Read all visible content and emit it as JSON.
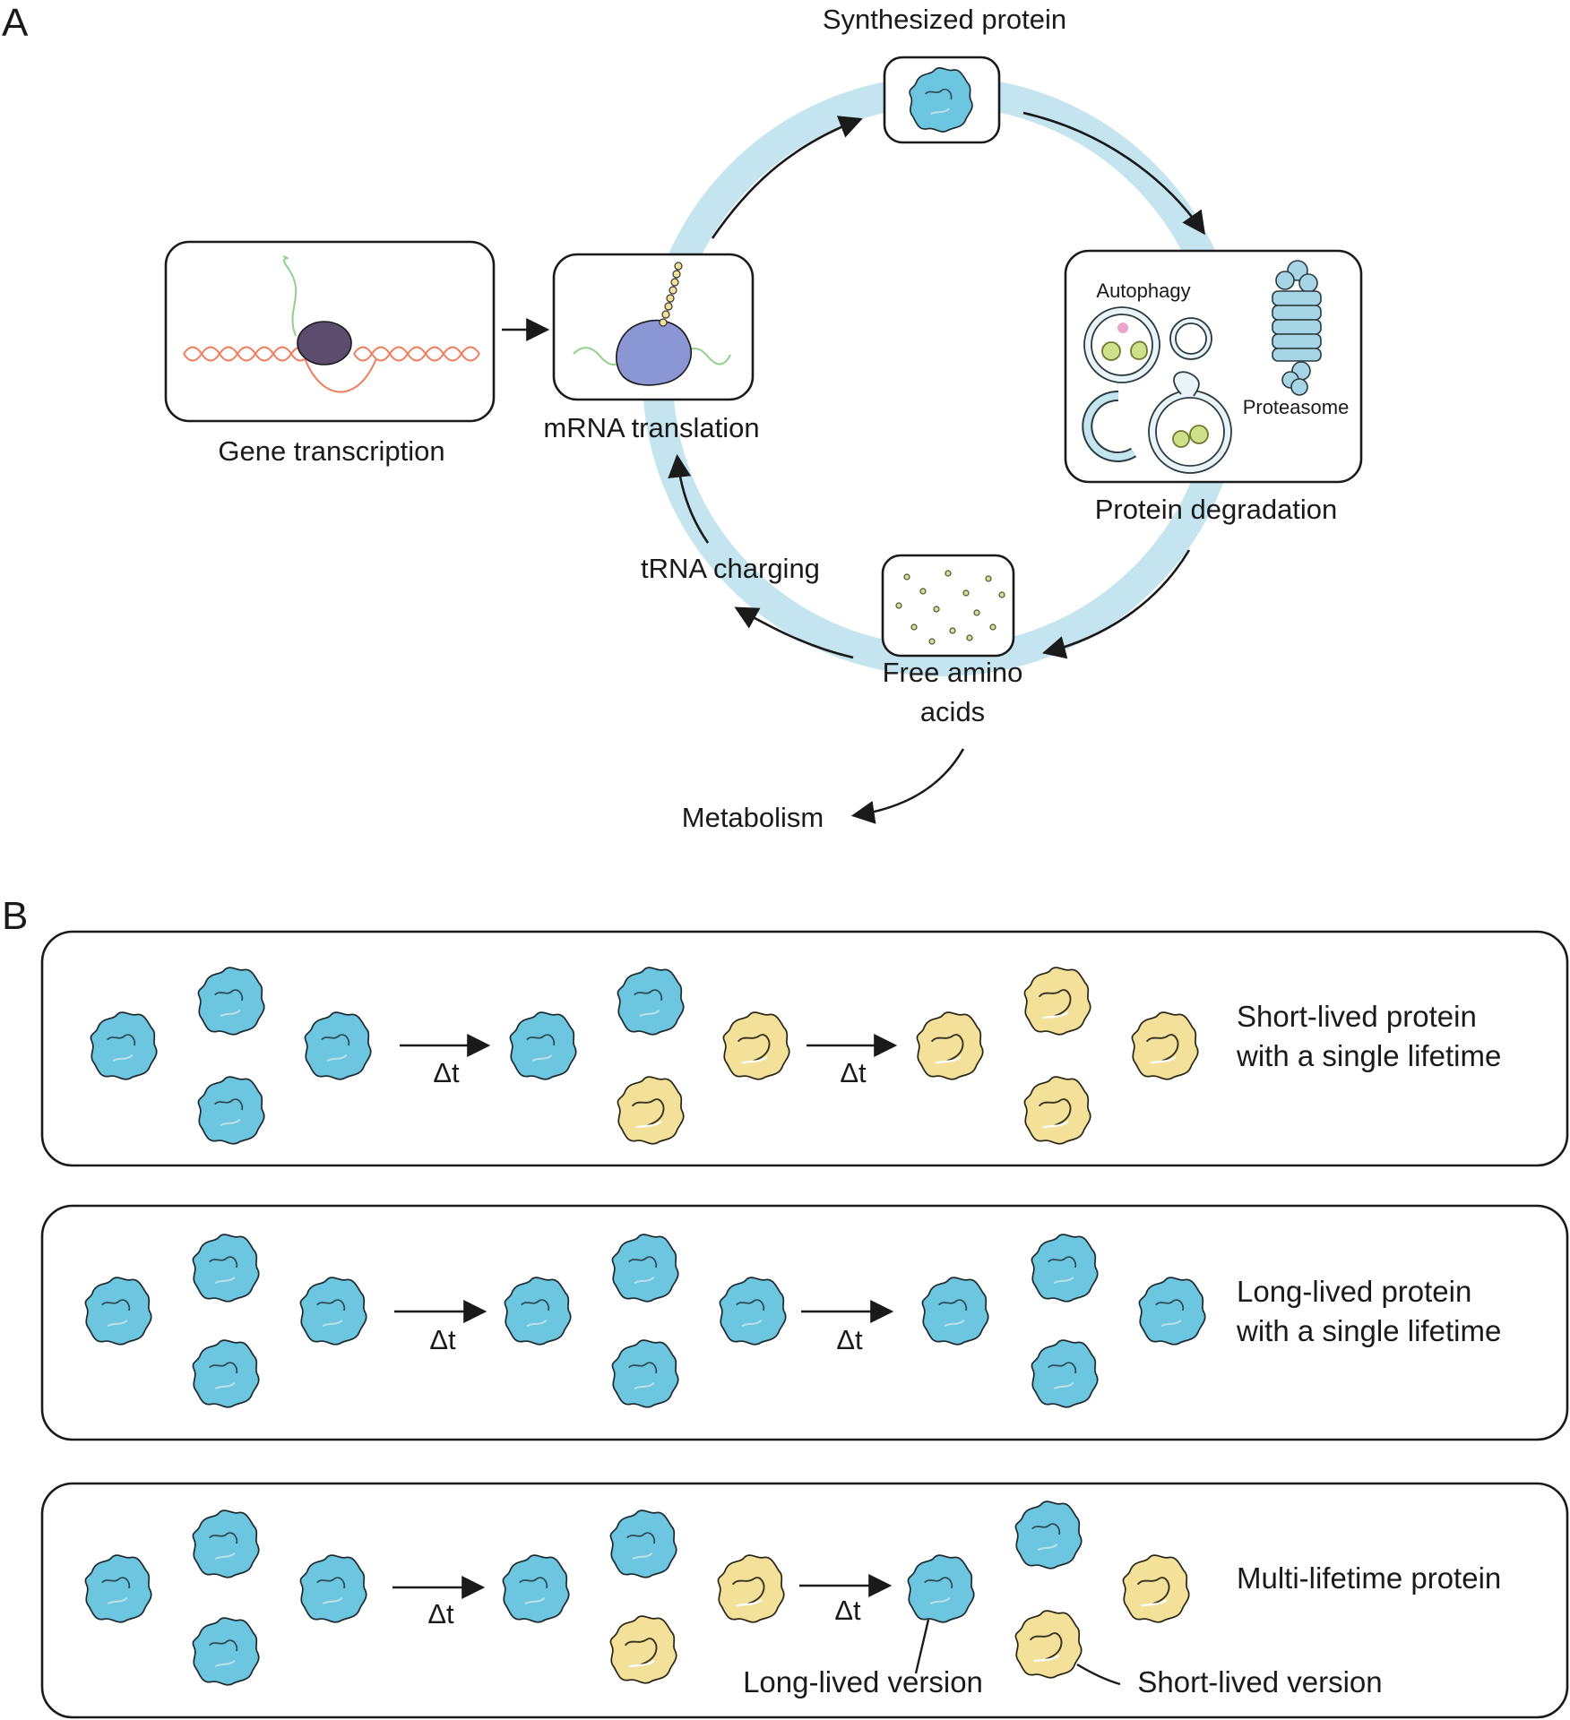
{
  "panel_a": {
    "letter": "A",
    "labels": {
      "synthesized_protein": "Synthesized protein",
      "gene_transcription": "Gene transcription",
      "mrna_translation": "mRNA translation",
      "protein_degradation": "Protein degradation",
      "autophagy": "Autophagy",
      "proteasome": "Proteasome",
      "trna_charging": "tRNA charging",
      "free_amino_line1": "Free amino",
      "free_amino_line2": "acids",
      "metabolism": "Metabolism"
    }
  },
  "panel_b": {
    "letter": "B",
    "rows": [
      {
        "label_line1": "Short-lived protein",
        "label_line2": "with a single lifetime",
        "delta1": "Δt",
        "delta2": "Δt"
      },
      {
        "label_line1": "Long-lived protein",
        "label_line2": "with a single lifetime",
        "delta1": "Δt",
        "delta2": "Δt"
      },
      {
        "label_line1": "Multi-lifetime protein",
        "label_line2": "",
        "delta1": "Δt",
        "delta2": "Δt",
        "callout_long": "Long-lived version",
        "callout_short": "Short-lived version"
      }
    ]
  },
  "colors": {
    "cycle_ring": "#c4e5f0",
    "protein_blue": "#6cc6df",
    "protein_yellow": "#f3e19a",
    "ribosome": "#8b96d4",
    "polymerase": "#5c4c6e",
    "dna": "#ef7d5e",
    "rna": "#8fd08c"
  }
}
